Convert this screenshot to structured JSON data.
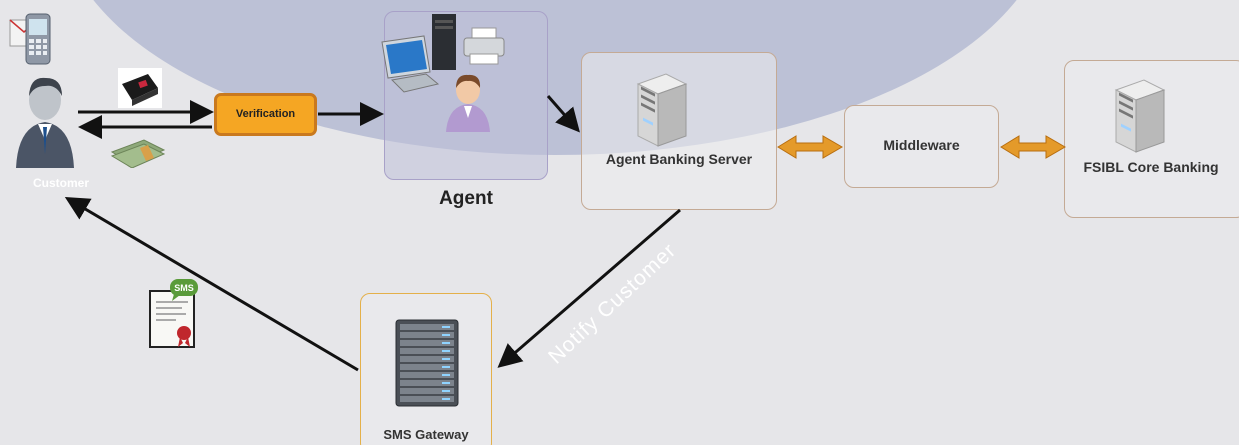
{
  "customer": {
    "label": "Customer"
  },
  "verification": {
    "label": "Verification"
  },
  "agent": {
    "label": "Agent"
  },
  "agent_banking_server": {
    "label": "Agent Banking Server"
  },
  "middleware": {
    "label": "Middleware"
  },
  "core_banking": {
    "label": "FSIBL Core Banking"
  },
  "sms_gateway": {
    "label": "SMS Gateway",
    "badge": "SMS"
  },
  "notify": {
    "label": "Notify Customer"
  },
  "icons": {
    "mobile": "mobile-phone-icon",
    "customer": "customer-person-icon",
    "card_reader": "card-reader-icon",
    "cash": "cash-icon",
    "computer": "computer-icon",
    "printer": "printer-icon",
    "agent_person": "agent-person-icon",
    "server": "server-tower-icon",
    "rack": "server-rack-icon",
    "certificate": "sms-certificate-icon"
  },
  "colors": {
    "background": "#e6e6e9",
    "blob": "#bcc1d6",
    "verification_fill": "#f5a623",
    "double_arrow": "#e49a2a"
  }
}
